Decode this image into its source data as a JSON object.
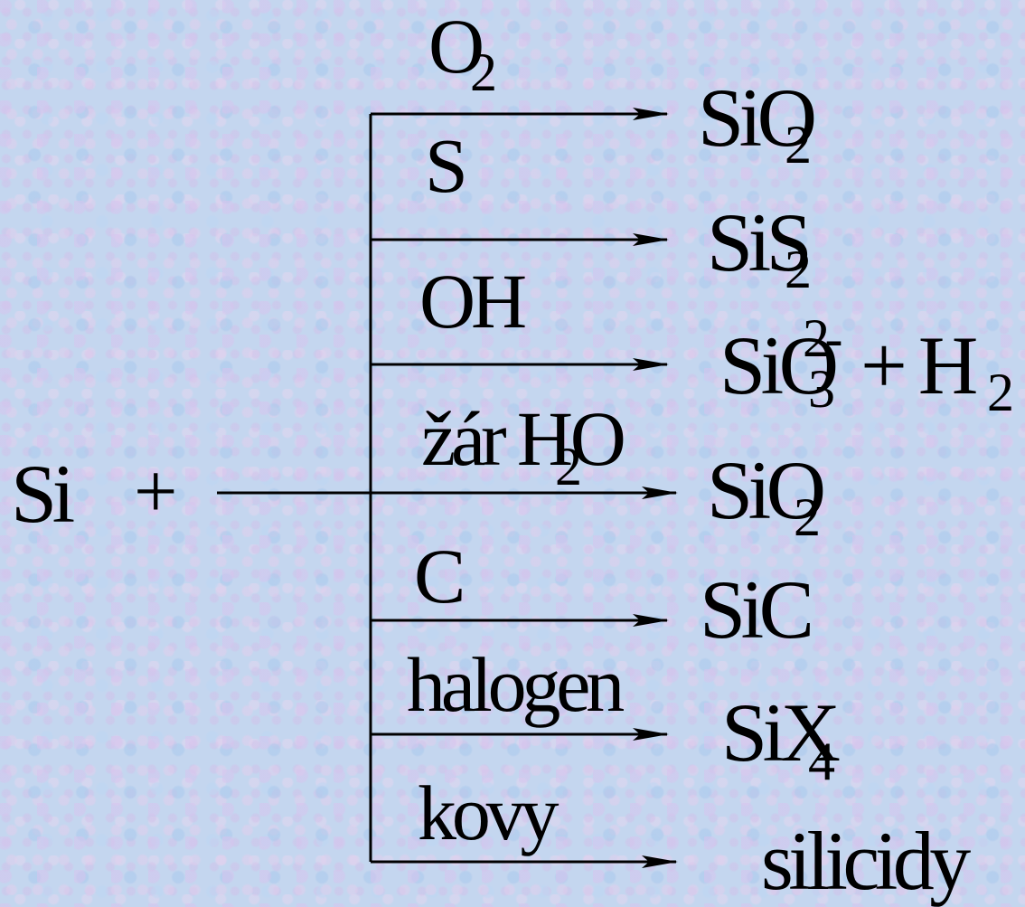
{
  "reactant": {
    "element": "Si",
    "plus": "+"
  },
  "reactions": [
    {
      "reagent": "O",
      "reagent_sub": "2",
      "product": "SiO",
      "product_sub": "2"
    },
    {
      "reagent": "S",
      "reagent_sub": "",
      "product": "SiS",
      "product_sub": "2"
    },
    {
      "reagent": "OH",
      "reagent_sub": "",
      "product": "SiO",
      "product_sub": "3",
      "product_sup": "2-",
      "product_extra": "+ H",
      "product_extra_sub": "2"
    },
    {
      "reagent": "žár H",
      "reagent_sub": "2",
      "reagent_tail": "O",
      "product": "SiO",
      "product_sub": "2"
    },
    {
      "reagent": "C",
      "reagent_sub": "",
      "product": "SiC",
      "product_sub": ""
    },
    {
      "reagent": "halogen",
      "reagent_sub": "",
      "product": "SiX",
      "product_sub": "4"
    },
    {
      "reagent": "kovy",
      "reagent_sub": "",
      "product": "silicidy",
      "product_sub": ""
    }
  ]
}
